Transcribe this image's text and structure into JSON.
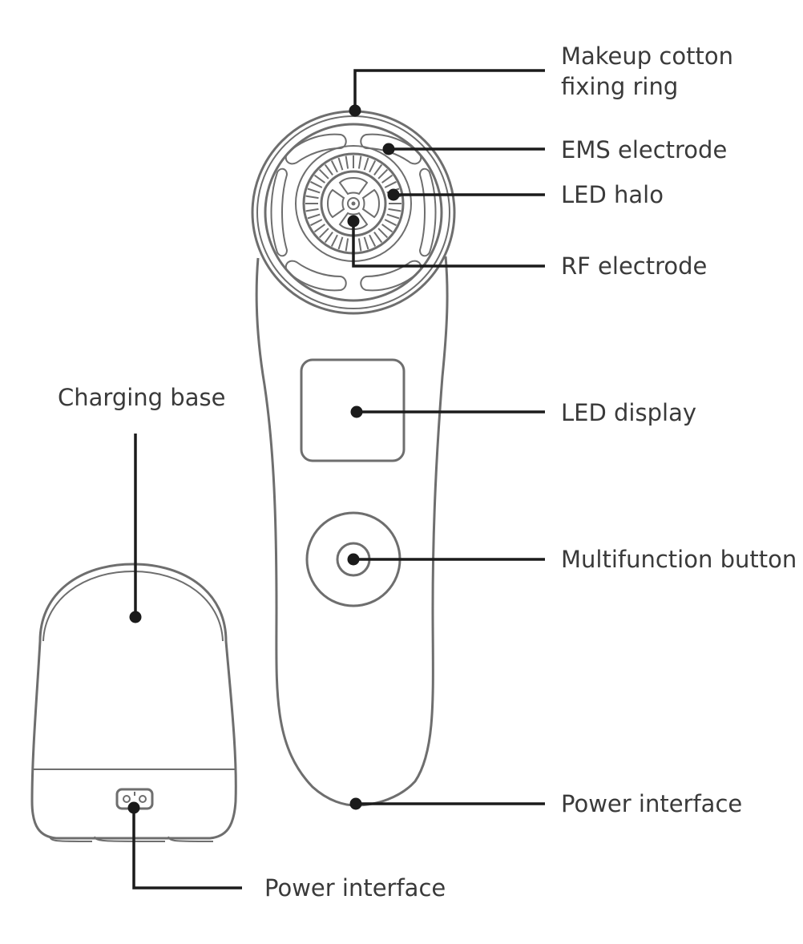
{
  "diagram": {
    "labels": {
      "makeup_ring_line1": "Makeup cotton",
      "makeup_ring_line2": "fixing ring",
      "ems_electrode": "EMS electrode",
      "led_halo": "LED halo",
      "rf_electrode": "RF electrode",
      "led_display": "LED display",
      "multifunction_button": "Multifunction button",
      "power_interface_device": "Power interface",
      "charging_base": "Charging base",
      "power_interface_base": "Power interface"
    },
    "colors": {
      "outline": "#6e6e6e",
      "leader": "#1b1b1b",
      "text": "#3a3a3a",
      "background": "#ffffff"
    }
  }
}
